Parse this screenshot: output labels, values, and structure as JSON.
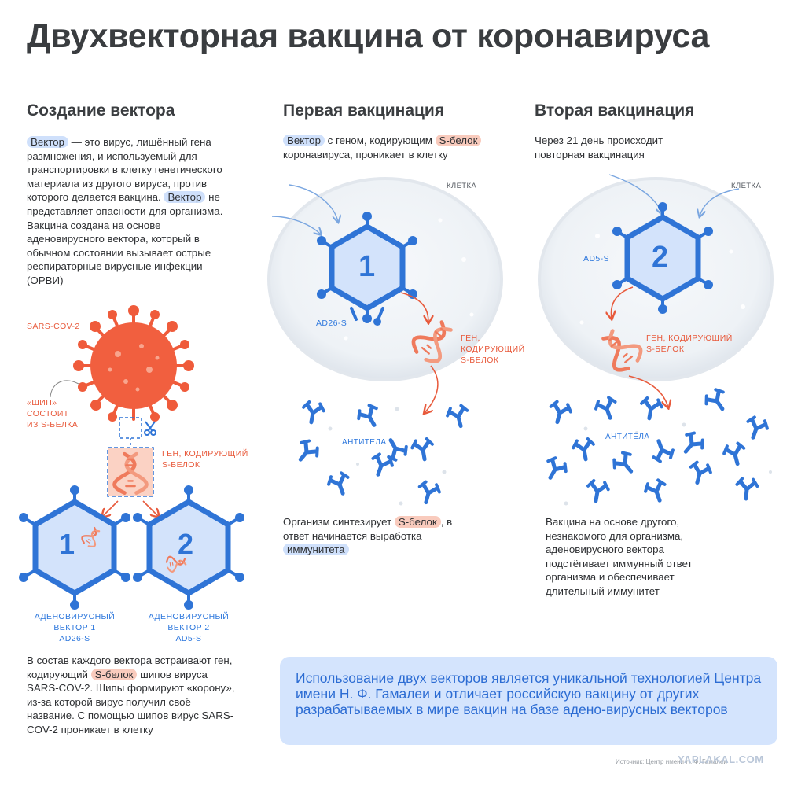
{
  "title": "Двухвекторная вакцина от коронавируса",
  "col1": {
    "heading": "Создание вектора",
    "intro": {
      "hl1": "Вектор",
      "t1": " — это вирус, лишённый гена размножения, и используемый для транспортировки в клетку генетического материала из другого вируса, против которого делается вакцина. ",
      "hl2": "Вектор",
      "t2": " не представляет опасности для организма. Вакцина создана на основе аденовирусного вектора, который в обычном состоянии вызывает острые респираторные вирусные инфекции (ОРВИ)"
    },
    "sars_label": "SARS-COV-2",
    "spike_label_1": "«ШИП»",
    "spike_label_2": "СОСТОИТ",
    "spike_label_3": "ИЗ S-БЕЛКА",
    "gene_label_1": "ГЕН, КОДИРУЮЩИЙ",
    "gene_label_2": "S-БЕЛОК",
    "vector1_num": "1",
    "vector2_num": "2",
    "vector1_caption_1": "АДЕНОВИРУСНЫЙ",
    "vector1_caption_2": "ВЕКТОР 1",
    "vector1_caption_3": "AD26-S",
    "vector2_caption_1": "АДЕНОВИРУСНЫЙ",
    "vector2_caption_2": "ВЕКТОР 2",
    "vector2_caption_3": "AD5-S",
    "bottom": {
      "t1": "В состав каждого вектора встраивают ген, кодирующий ",
      "hl1": "S-белок",
      "t2": " шипов вируса SARS-COV-2. Шипы формируют «корону», из-за которой вирус получил своё название. С помощью шипов вирус SARS-COV-2 проникает в клетку"
    }
  },
  "col2": {
    "heading": "Первая вакцинация",
    "intro": {
      "hl1": "Вектор",
      "t1": " с геном, кодирующим ",
      "hl2": "S-белок",
      "t2": " коронавируса, проникает в клетку"
    },
    "cell_label": "КЛЕТКА",
    "vector_num": "1",
    "vector_label": "AD26-S",
    "gene_label_1": "ГЕН,",
    "gene_label_2": "КОДИРУЮЩИЙ",
    "gene_label_3": "S-БЕЛОК",
    "antibodies_label": "АНТИТЕЛА",
    "bottom": {
      "t1": "Организм синтезирует ",
      "hl1": "S-белок",
      "t2": ", в ответ начинается выработка ",
      "hl2": "иммунитета"
    }
  },
  "col3": {
    "heading": "Вторая вакцинация",
    "intro": "Через 21 день происходит повторная вакцинация",
    "cell_label": "КЛЕТКА",
    "vector_num": "2",
    "vector_label": "AD5-S",
    "gene_label_1": "ГЕН, КОДИРУЮЩИЙ",
    "gene_label_2": "S-БЕЛОК",
    "antibodies_label": "АНТИТЕЛА",
    "bottom": "Вакцина на основе другого, незнакомого для организма, аденовирусного вектора подстёгивает иммунный ответ организма и обеспечивает длительный иммунитет"
  },
  "callout": "Использование двух векторов является уникальной технологией Центра имени Н. Ф. Гамалеи и отличает российскую вакцину от других разрабатываемых в мире вакцин на базе адено-вирусных векторов",
  "source": "Источник: Центр имени Н. Ф. Гамалеи",
  "watermark": "YAPLAKAL.COM",
  "colors": {
    "accent_blue": "#2e78dd",
    "accent_orange": "#e85a3c",
    "highlight_blue": "#cfe0fb",
    "highlight_orange": "#f9cbbd",
    "callout_bg": "#d4e4fd"
  },
  "icons": [
    "virus-icon",
    "adenovirus-vector-icon",
    "dna-gene-icon",
    "antibody-icon",
    "cell-icon",
    "scissors-icon",
    "arrow-icon"
  ]
}
